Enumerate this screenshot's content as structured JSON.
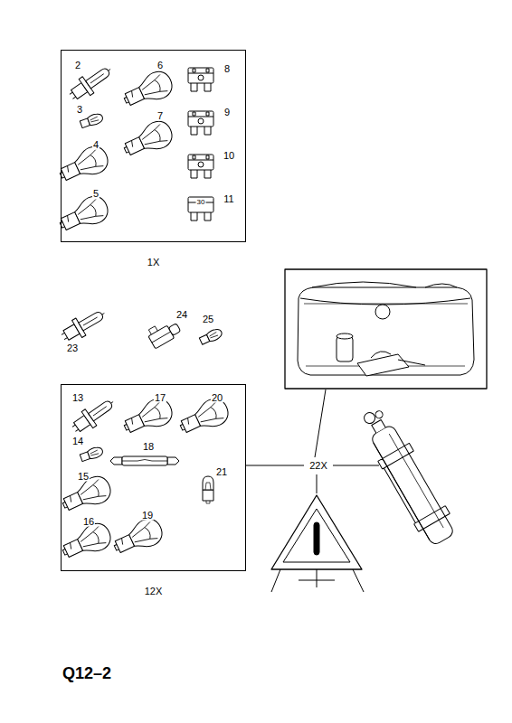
{
  "diagram": {
    "nodes": [
      {
        "text": [
          "1X"
        ]
      },
      {
        "text": [
          "12X"
        ]
      }
    ],
    "labels": [
      "2",
      "6",
      "8",
      "3",
      "7",
      "9",
      "4",
      "10",
      "5",
      "11",
      "30",
      "23",
      "24",
      "25",
      "13",
      "17",
      "20",
      "14",
      "18",
      "21",
      "15",
      "19",
      "16",
      "22X",
      "Q12–2"
    ]
  }
}
